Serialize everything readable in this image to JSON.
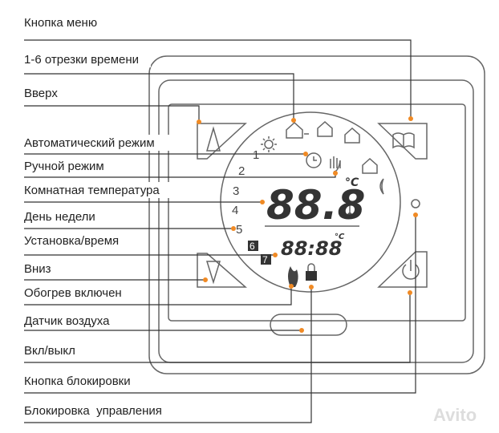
{
  "labels": {
    "menu_button": "Кнопка меню",
    "time_segments": "1-6 отрезки времени",
    "up": "Вверх",
    "auto_mode": "Автоматический режим",
    "manual_mode": "Ручной режим",
    "room_temp": "Комнатная температура",
    "weekday": "День недели",
    "setting_time": "Установка/время",
    "down": "Вниз",
    "heating_on": "Обогрев включен",
    "air_sensor": "Датчик воздуха",
    "on_off": "Вкл/выкл",
    "lock_button": "Кнопка блокировки",
    "control_lock": "Блокировка  управления"
  },
  "display": {
    "main_digits": "88.8",
    "time_digits": "88:88",
    "unit": "°C",
    "period_numbers": [
      "1",
      "2",
      "3",
      "4",
      "5"
    ],
    "day_numbers": [
      "6",
      "7"
    ]
  },
  "watermark": "Avito",
  "colors": {
    "accent": "#f08a24"
  }
}
